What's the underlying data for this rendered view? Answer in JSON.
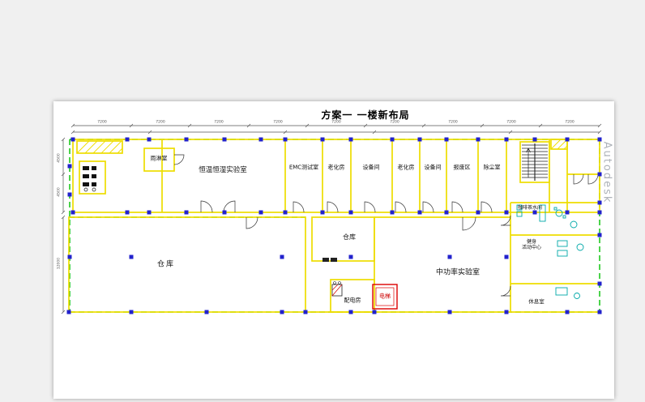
{
  "title": "方案一  一楼新布局",
  "watermark": "Autodesk",
  "rooms": {
    "rain": "雨淋室",
    "const_temp_lab": "恒温恒湿实验室",
    "emc": "EMC测试室",
    "aging1": "老化房",
    "equip1": "设备间",
    "aging2": "老化房",
    "equip2": "设备间",
    "scrap": "报废区",
    "dust": "除尘室",
    "warehouse_main": "仓库",
    "warehouse_small": "仓库",
    "power": "配电房",
    "elevator": "电梯",
    "mid_power_lab": "中功率实验室",
    "coffee": "咖啡茶水间",
    "fitness": "健身\n活动中心",
    "rest": "休息室"
  },
  "dims": {
    "top": [
      "7200",
      "7200",
      "7200",
      "7200",
      "7200",
      "7200",
      "7200",
      "7200",
      "7200"
    ],
    "left": [
      "4500",
      "4500"
    ],
    "left_lower": [
      "12000"
    ]
  },
  "colors": {
    "wall": "#eedd00",
    "boundary": "#00c000",
    "column": "#2222cc",
    "elevator": "#dd0000",
    "furniture": "#00a8a8"
  }
}
